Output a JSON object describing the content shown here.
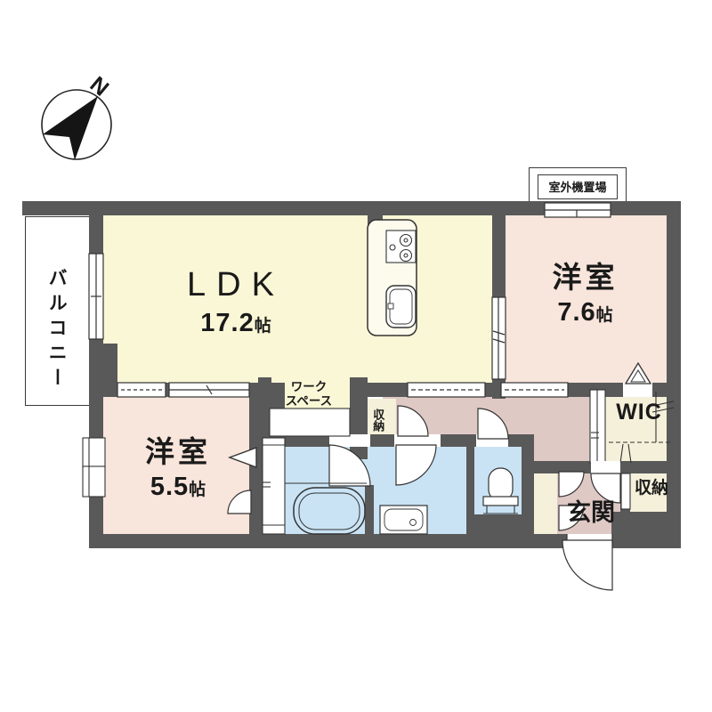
{
  "compass": {
    "north_label": "N"
  },
  "colors": {
    "wall": "#595959",
    "ldk": "#FAF7D6",
    "bedroom": "#F8E5DB",
    "corridor": "#DFC9C5",
    "water": "#C9E3F4",
    "closet": "#F5F0DA"
  },
  "labels": {
    "outdoor_unit": "室外機置場",
    "balcony": "バルコニー",
    "ldk": {
      "name": "LDK",
      "area_value": "17.2",
      "area_unit": "帖"
    },
    "bedroom_right": {
      "name": "洋室",
      "area_value": "7.6",
      "area_unit": "帖"
    },
    "bedroom_left": {
      "name": "洋室",
      "area_value": "5.5",
      "area_unit": "帖"
    },
    "workspace": {
      "line1": "ワーク",
      "line2": "スペース"
    },
    "hall_storage": "収納",
    "wic": "WIC",
    "entry_storage": "収納",
    "entrance": "玄関"
  }
}
